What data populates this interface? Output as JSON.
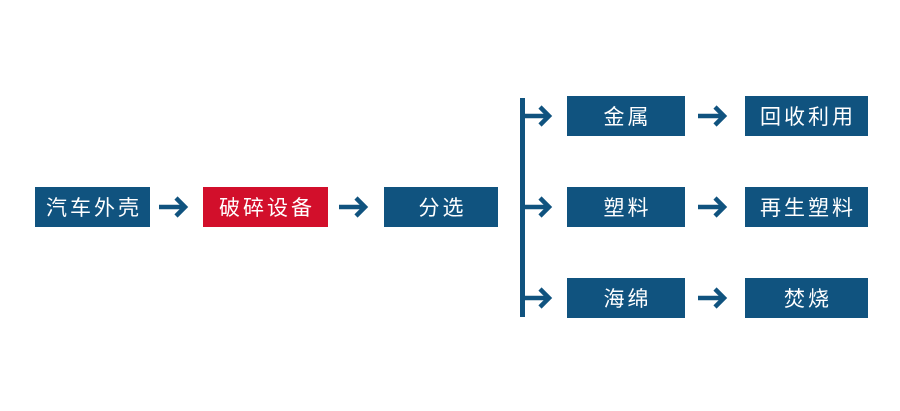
{
  "diagram": {
    "type": "flowchart",
    "colors": {
      "primary_blue": "#10537F",
      "accent_red": "#D20F2B",
      "node_text": "#FFFFFF",
      "background": "#FFFFFF"
    },
    "main_flow": {
      "nodes": [
        {
          "label": "汽车外壳",
          "variant": "blue"
        },
        {
          "label": "破碎设备",
          "variant": "red"
        },
        {
          "label": "分选",
          "variant": "blue"
        }
      ]
    },
    "branches": [
      {
        "material": "金属",
        "disposal": "回收利用"
      },
      {
        "material": "塑料",
        "disposal": "再生塑料"
      },
      {
        "material": "海绵",
        "disposal": "焚烧"
      }
    ]
  }
}
